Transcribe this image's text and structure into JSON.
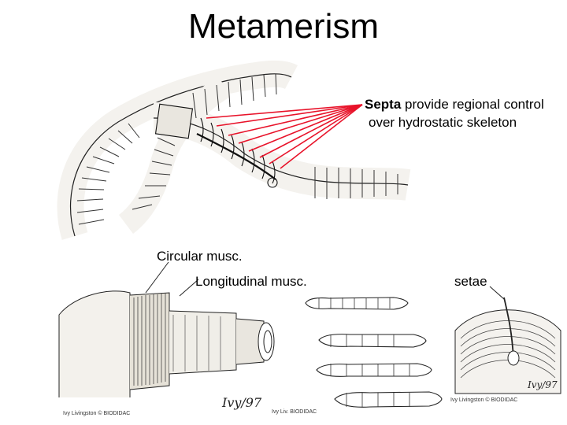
{
  "title": "Metamerism",
  "labels": {
    "septa_bold": "Septa",
    "septa_text": " provide regional control",
    "septa_line2": "over hydrostatic skeleton",
    "circular": "Circular musc.",
    "longitudinal": "Longitudinal musc.",
    "setae": "setae"
  },
  "credits": {
    "left": "Ivy Livingston © BIODIDAC",
    "right": "Ivy Livingston © BIODIDAC",
    "middle": "Ivy Liv. BIODIDAC"
  },
  "signatures": {
    "center": "Ivy/97",
    "right": "Ivy/97"
  },
  "colors": {
    "pointer_lines": "#e8132a",
    "ink": "#222222"
  }
}
